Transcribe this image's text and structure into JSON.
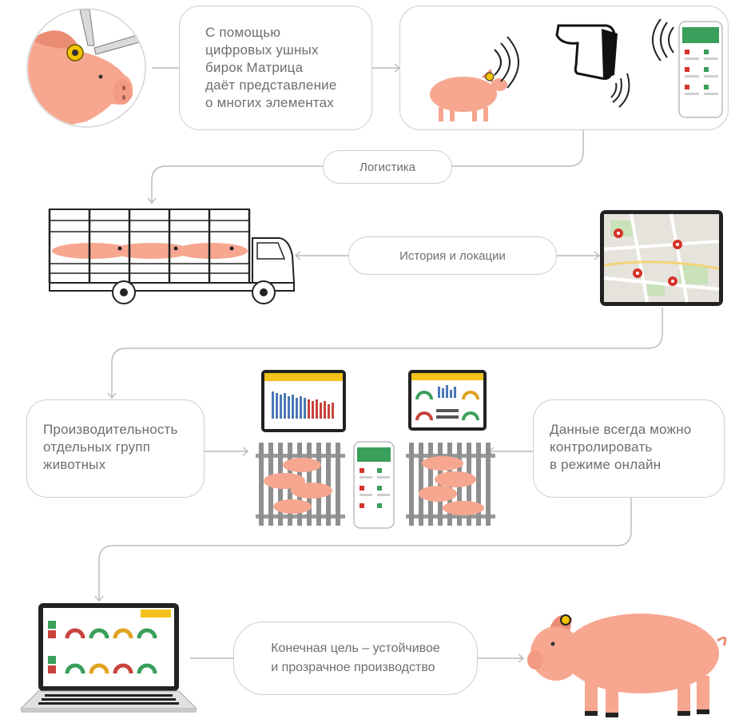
{
  "boxes": {
    "intro": "С помощью\nцифровых ушных\nбирок Матрица\nдаёт представление\nо многих элементах",
    "productivity": "Производительность\nотдельных групп\nживотных",
    "online": "Данные всегда можно\nконтролировать\nв режиме онлайн"
  },
  "pills": {
    "logistics": "Логистика",
    "history": "История и локации",
    "goal": "Конечная цель – устойчивое\nи прозрачное производство"
  },
  "colors": {
    "pig": "#f7a690",
    "pig_dark": "#e98c73",
    "tag": "#f2c300",
    "line": "#b9b9b9",
    "accent_green": "#3a9f5b",
    "dashboard_yellow": "#f3c21b",
    "map_pin": "#d6332b"
  },
  "icons": [
    "ear-tag-icon",
    "pig-icon",
    "rfid-reader-icon",
    "smartphone-icon",
    "truck-icon",
    "map-tablet-icon",
    "dashboard-tablet-icon",
    "fence-pen-icon",
    "laptop-icon",
    "signal-waves-icon"
  ]
}
